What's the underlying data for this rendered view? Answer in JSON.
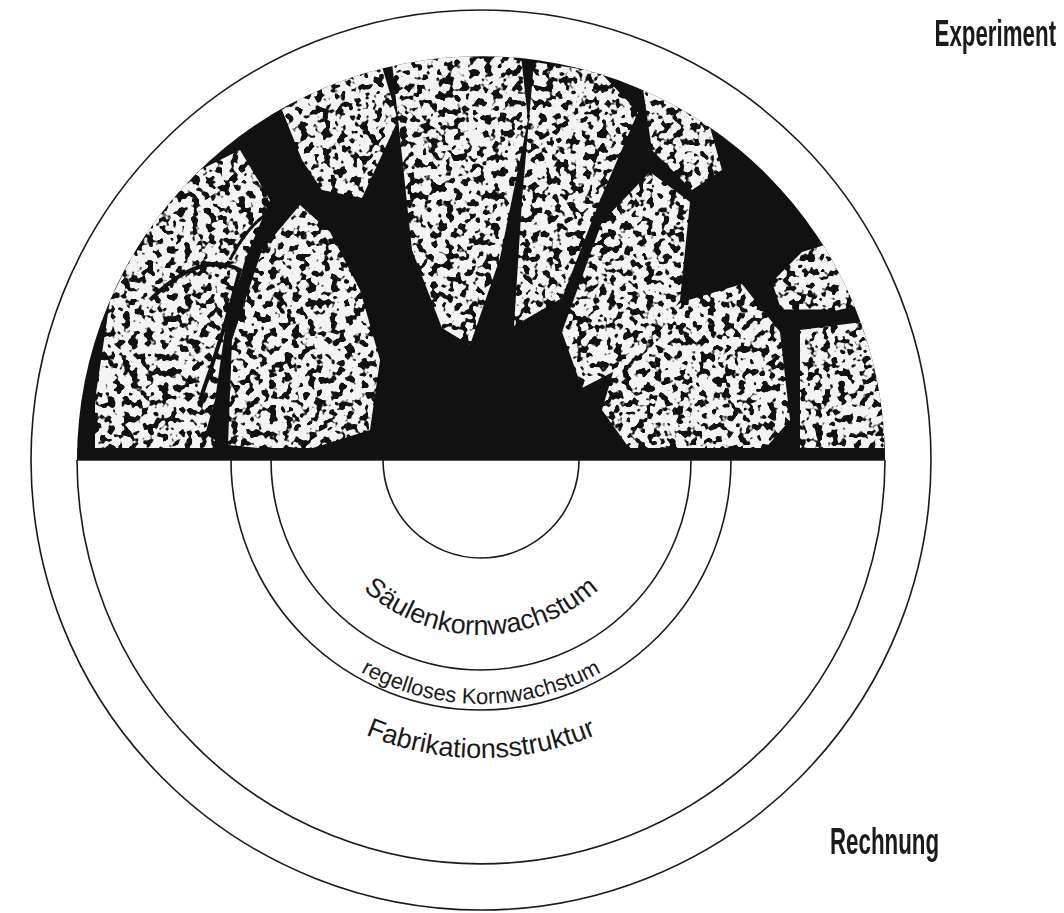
{
  "diagram": {
    "labels": [
      "Experiment",
      "Säulenkornwachstum",
      "regelloses Kornwachstum",
      "Fabrikationsstruktur",
      "Rechnung"
    ]
  }
}
